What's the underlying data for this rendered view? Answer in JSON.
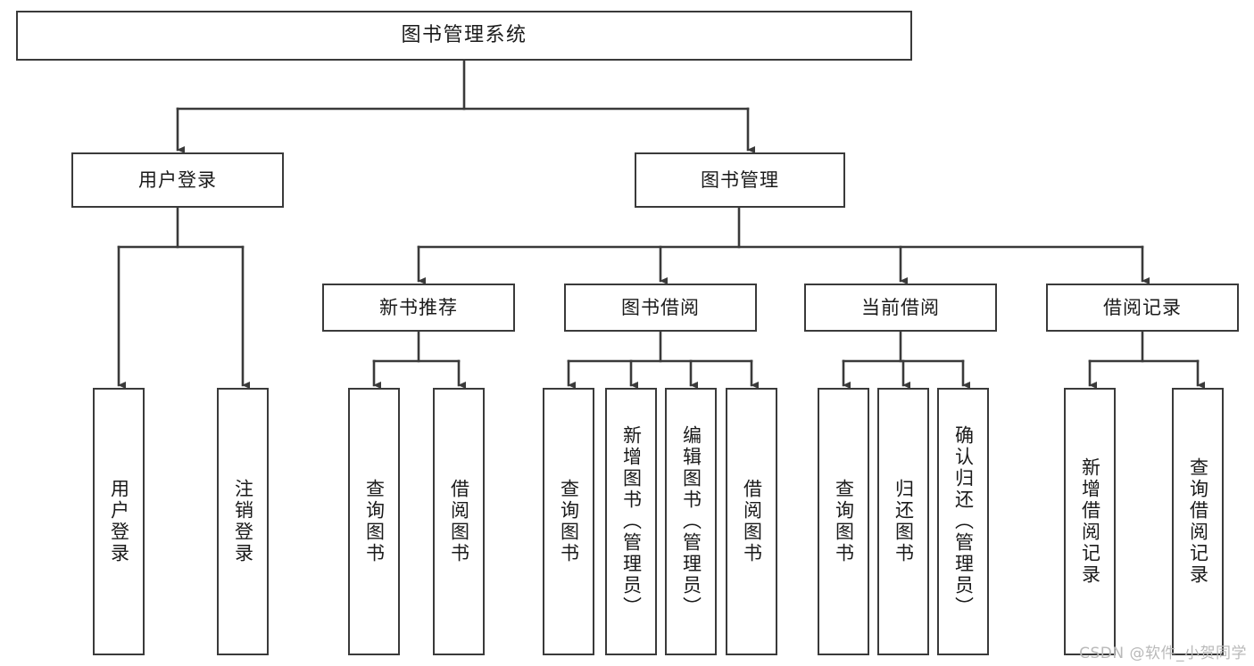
{
  "diagram": {
    "title": "图书管理系统",
    "watermark": "CSDN @软件_小贺同学",
    "colors": {
      "stroke": "#3a3a3a",
      "fill": "#ffffff",
      "text": "#1a1a1a",
      "watermark": "#b9b9b9"
    },
    "levels": {
      "root": {
        "label": "图书管理系统"
      },
      "level2": [
        {
          "label": "用户登录"
        },
        {
          "label": "图书管理"
        }
      ],
      "level3": [
        {
          "label": "新书推荐"
        },
        {
          "label": "图书借阅"
        },
        {
          "label": "当前借阅"
        },
        {
          "label": "借阅记录"
        }
      ]
    },
    "leaves": {
      "user_login": [
        {
          "label": "用户登录"
        },
        {
          "label": "注销登录"
        }
      ],
      "new_book_recommend": [
        {
          "label": "查询图书"
        },
        {
          "label": "借阅图书"
        }
      ],
      "book_borrow": [
        {
          "label": "查询图书"
        },
        {
          "label": "新增图书（管理员）"
        },
        {
          "label": "编辑图书（管理员）"
        },
        {
          "label": "借阅图书"
        }
      ],
      "current_borrow": [
        {
          "label": "查询图书"
        },
        {
          "label": "归还图书"
        },
        {
          "label": "确认归还（管理员）"
        }
      ],
      "borrow_record": [
        {
          "label": "新增借阅记录"
        },
        {
          "label": "查询借阅记录"
        }
      ]
    }
  }
}
